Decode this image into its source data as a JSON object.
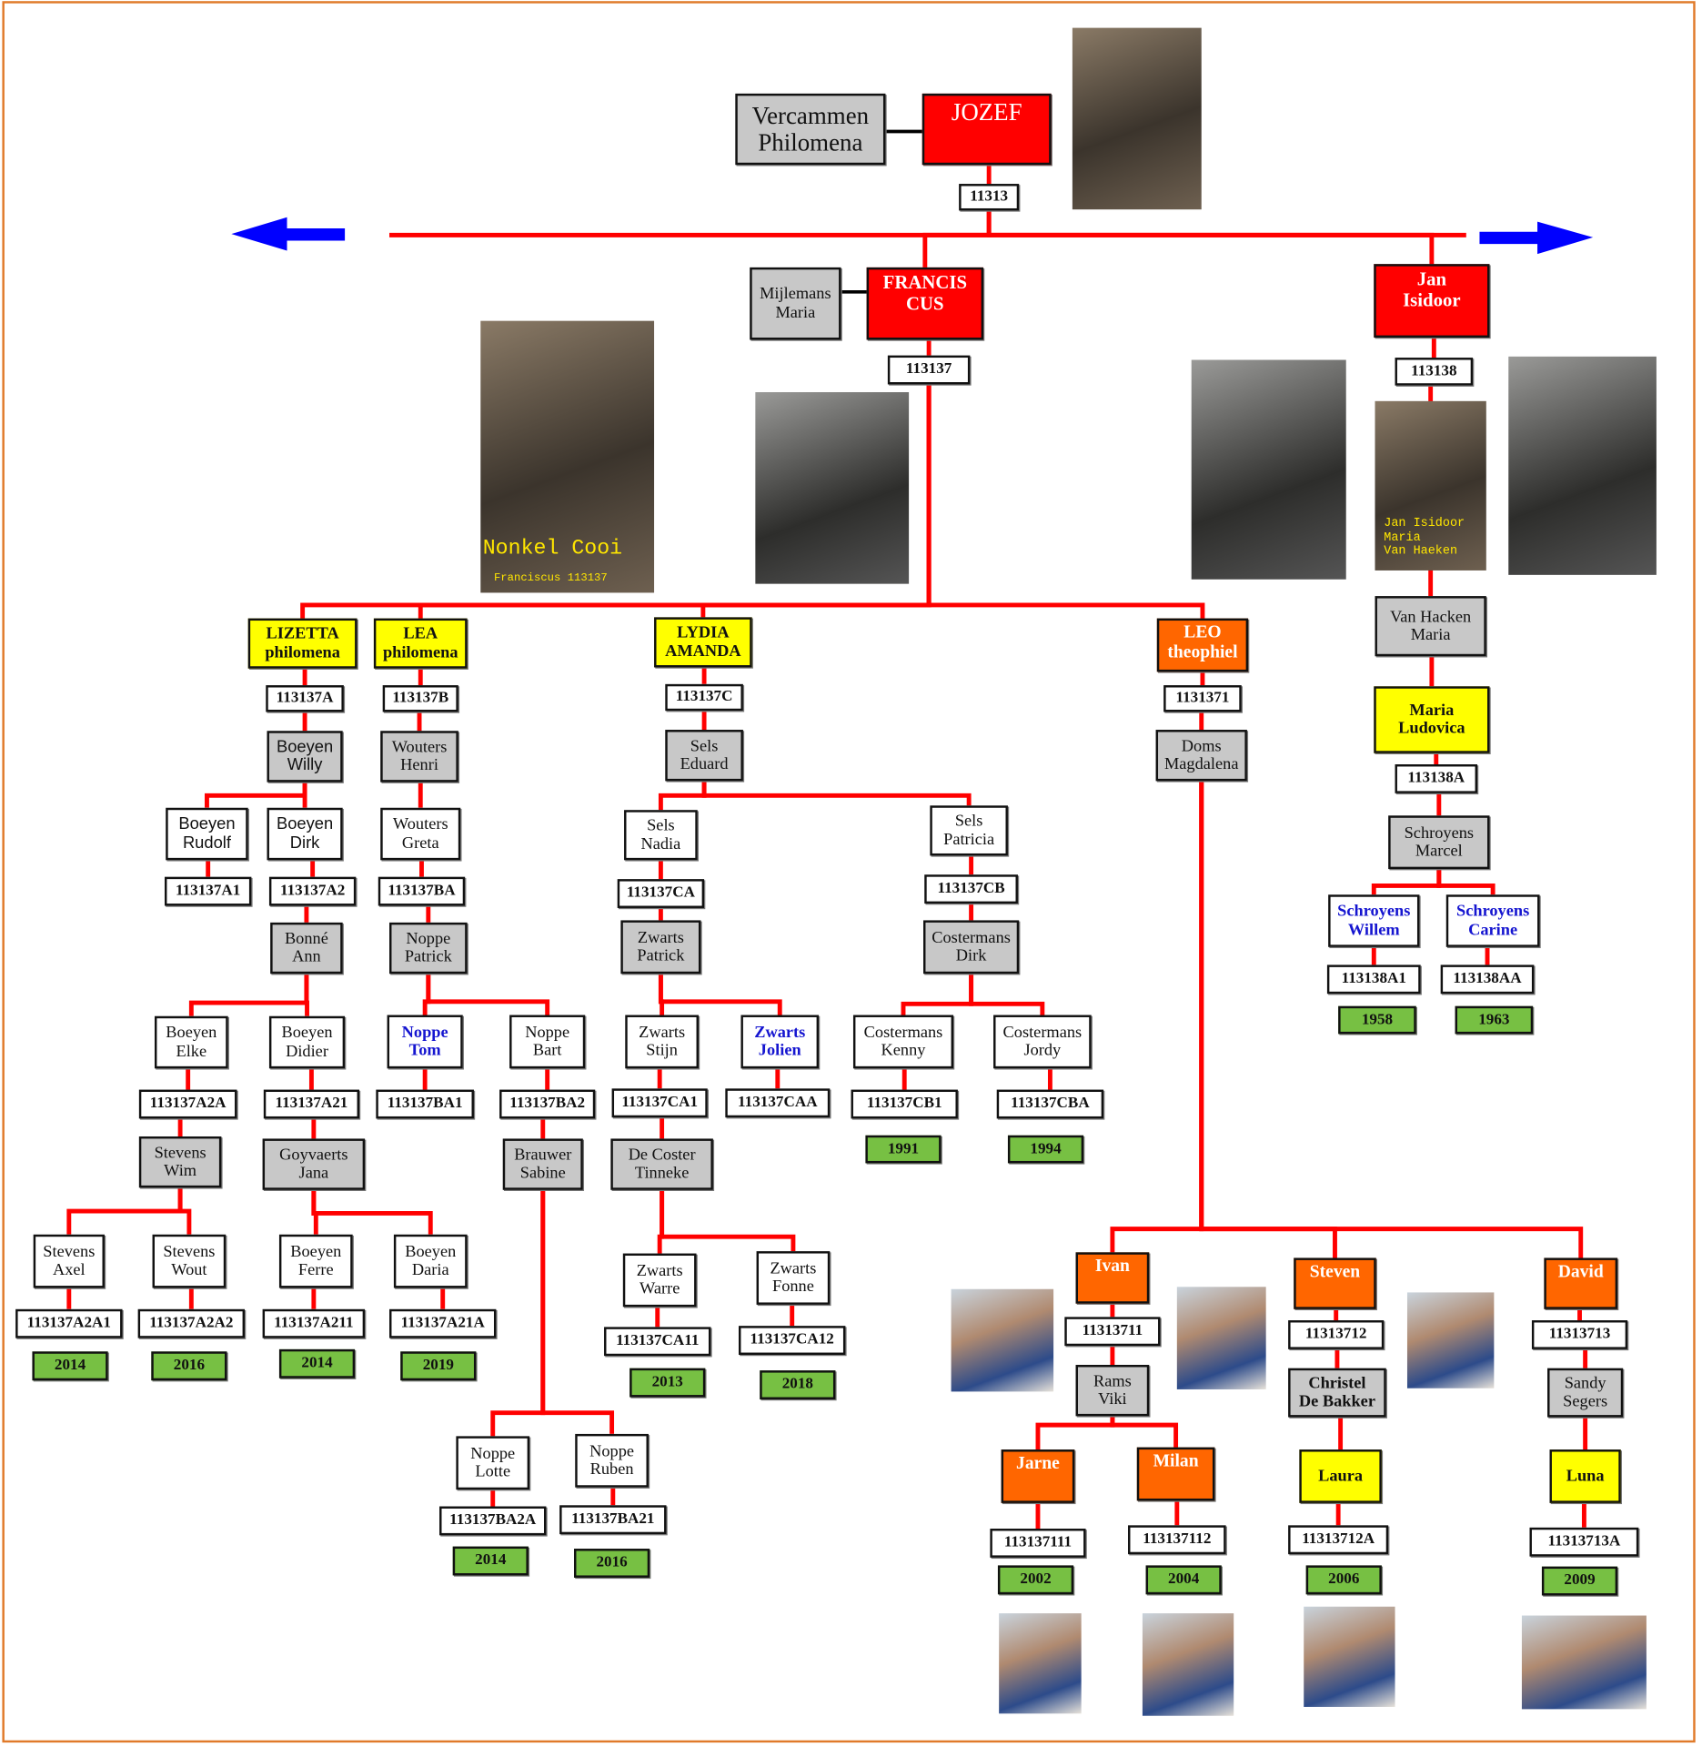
{
  "colors": {
    "line": "#ff0000",
    "arrow": "#0000ff",
    "frame": "#e07a2a"
  },
  "nodes": {
    "vercammen": "Vercammen\nPhilomena",
    "jozef": "JOZEF",
    "id11313": "11313",
    "mijlemans": "Mijlemans\nMaria",
    "franciscus": "FRANCIS\nCUS",
    "id113137": "113137",
    "janisidoor": "Jan\nIsidoor",
    "id113138": "113138",
    "vanhacken": "Van Hacken\nMaria",
    "marialudovica": "Maria\nLudovica",
    "id113138A": "113138A",
    "marcel": "Schroyens\nMarcel",
    "willem": "Schroyens\nWillem",
    "carine": "Schroyens\nCarine",
    "id113138A1": "113138A1",
    "id113138AA": "113138AA",
    "y1958": "1958",
    "y1963": "1963",
    "lizetta": "LIZETTA\nphilomena",
    "lea": "LEA\nphilomena",
    "lydia": "LYDIA\nAMANDA",
    "leo": "LEO\ntheophiel",
    "id113137A": "113137A",
    "id113137B": "113137B",
    "id113137C": "113137C",
    "id1131371": "1131371",
    "willy": "Boeyen\nWilly",
    "henri": "Wouters\nHenri",
    "eduard": "Sels\nEduard",
    "doms": "Doms\nMagdalena",
    "rudolf": "Boeyen\nRudolf",
    "dirk": "Boeyen\nDirk",
    "greta": "Wouters\nGreta",
    "nadia": "Sels\nNadia",
    "patricia": "Sels\nPatricia",
    "id113137A1": "113137A1",
    "id113137A2": "113137A2",
    "id113137BA": "113137BA",
    "id113137CA": "113137CA",
    "id113137CB": "113137CB",
    "bonne": "Bonné\nAnn",
    "npatrick": "Noppe\nPatrick",
    "zpatrick": "Zwarts\nPatrick",
    "cdirk": "Costermans\nDirk",
    "elke": "Boeyen\nElke",
    "didier": "Boeyen\nDidier",
    "tom": "Noppe\nTom",
    "bart": "Noppe\nBart",
    "stijn": "Zwarts\nStijn",
    "jolien": "Zwarts\nJolien",
    "kenny": "Costermans\nKenny",
    "jordy": "Costermans\nJordy",
    "id113137A2A": "113137A2A",
    "id113137A21": "113137A21",
    "id113137BA1": "113137BA1",
    "id113137BA2": "113137BA2",
    "id113137CA1": "113137CA1",
    "id113137CAA": "113137CAA",
    "id113137CB1": "113137CB1",
    "id113137CBA": "113137CBA",
    "y1991": "1991",
    "y1994": "1994",
    "wim": "Stevens\nWim",
    "jana": "Goyvaerts\nJana",
    "sabine": "Brauwer\nSabine",
    "tinneke": "De Coster\nTinneke",
    "axel": "Stevens\nAxel",
    "wout": "Stevens\nWout",
    "ferre": "Boeyen\nFerre",
    "daria": "Boeyen\nDaria",
    "id113137A2A1": "113137A2A1",
    "id113137A2A2": "113137A2A2",
    "id113137A211": "113137A211",
    "id113137A21A": "113137A21A",
    "y2014a": "2014",
    "y2016a": "2016",
    "y2014b": "2014",
    "y2019": "2019",
    "warre": "Zwarts\nWarre",
    "fonne": "Zwarts\nFonne",
    "id113137CA11": "113137CA11",
    "id113137CA12": "113137CA12",
    "y2013": "2013",
    "y2018": "2018",
    "lotte": "Noppe\nLotte",
    "ruben": "Noppe\nRuben",
    "id113137BA2A": "113137BA2A",
    "id113137BA21": "113137BA21",
    "y2014c": "2014",
    "y2016c": "2016",
    "ivan": "Ivan",
    "steven": "Steven",
    "david": "David",
    "id11313711": "11313711",
    "id11313712": "11313712",
    "id11313713": "11313713",
    "viki": "Rams\nViki",
    "christel": "Christel\nDe Bakker",
    "sandy": "Sandy\nSegers",
    "jarne": "Jarne",
    "milan": "Milan",
    "laura": "Laura",
    "luna": "Luna",
    "id113137111": "113137111",
    "id113137112": "113137112",
    "id11313712A": "11313712A",
    "id11313713A": "11313713A",
    "y2002": "2002",
    "y2004": "2004",
    "y2006": "2006",
    "y2009": "2009"
  },
  "photos": {
    "family_caption_1": "Nonkel Cooi",
    "family_caption_2": "Franciscus 113137",
    "couple_caption": "Jan Isidoor\nMaria\nVan Haeken"
  }
}
